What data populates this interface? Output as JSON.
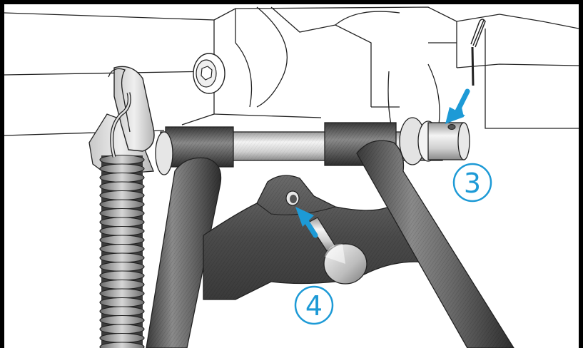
{
  "steps": [
    {
      "number": "3",
      "target": "cotter-pin-hole"
    },
    {
      "number": "4",
      "target": "mount-bracket-hole"
    }
  ],
  "colors": {
    "frame": "#000000",
    "accent": "#1d9ad6",
    "tube_dark": "#4a4a4a",
    "tube_mid": "#7b7b7b",
    "shaft": "#d8d8d8",
    "linework": "#222222"
  }
}
